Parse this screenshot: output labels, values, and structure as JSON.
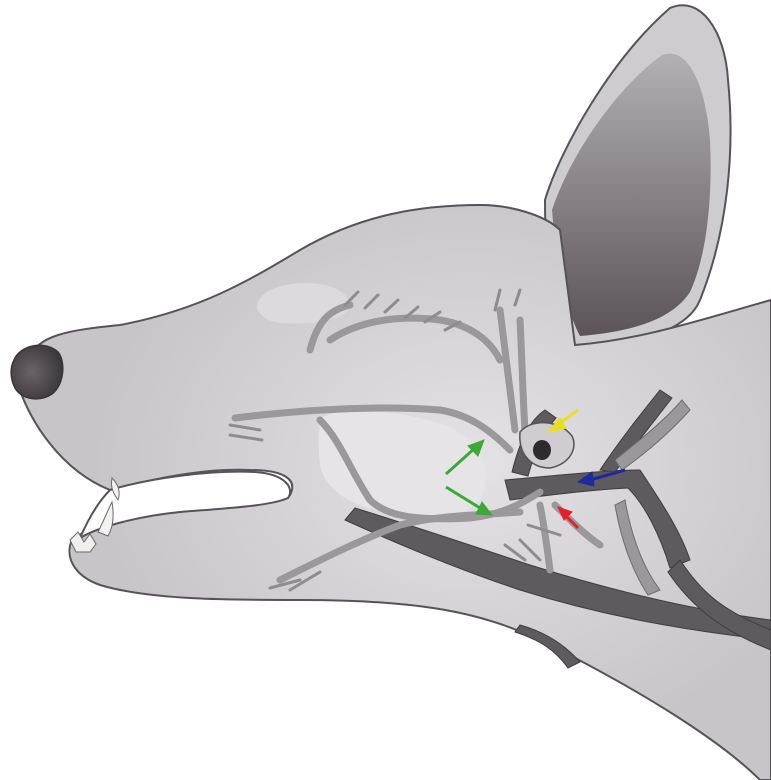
{
  "colors": {
    "background": "#ffffff",
    "head_fill": "#c9c6c9",
    "head_stroke": "#555357",
    "ear_inner_top": "#a8a4a8",
    "ear_inner_bottom": "#5e575d",
    "nose": "#4a4448",
    "facial_nerve": "#9a989b",
    "nerve_stroke": "#6e6c70",
    "artery": "#5d5b5e",
    "eye": "#2e2a2d",
    "arrow_green": "#3aaa35",
    "arrow_yellow": "#e8e01c",
    "arrow_blue": "#1f2a9a",
    "arrow_red": "#e4202a"
  },
  "arrows": [
    {
      "name": "yellow-arrow",
      "color_key": "arrow_yellow"
    },
    {
      "name": "blue-arrow",
      "color_key": "arrow_blue"
    },
    {
      "name": "red-arrow",
      "color_key": "arrow_red"
    },
    {
      "name": "green-arrow-upper",
      "color_key": "arrow_green"
    },
    {
      "name": "green-arrow-lower",
      "color_key": "arrow_green"
    }
  ]
}
